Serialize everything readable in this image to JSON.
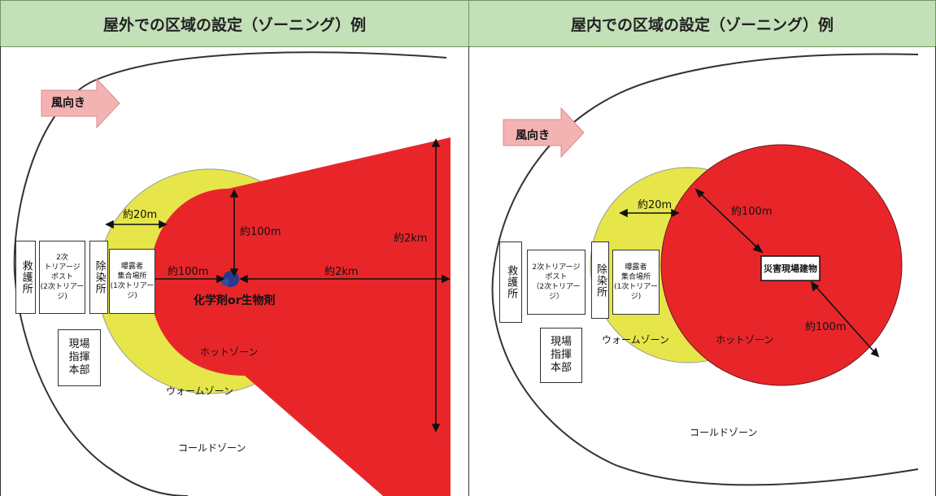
{
  "left_panel": {
    "title": "屋外での区域の設定（ゾーニング）例",
    "wind_label": "風向き",
    "rescue_station": "救護所",
    "secondary_triage_post": [
      "2次",
      "トリアージ",
      "ポスト",
      "(2次トリアージ)"
    ],
    "decon_station": "除染所",
    "exposed_assembly": [
      "曝露者",
      "集合場所",
      "(1次トリアージ)"
    ],
    "field_command_hq": [
      "現場",
      "指揮",
      "本部"
    ],
    "dist_20m": "約20m",
    "dist_100m_vertical": "約100m",
    "dist_100m_horizontal": "約100m",
    "dist_2km_horizontal": "約2km",
    "dist_2km_vertical": "約2km",
    "agent_label": "化学剤or生物剤",
    "hot_zone": "ホットゾーン",
    "warm_zone": "ウォームゾーン",
    "cold_zone": "コールドゾーン"
  },
  "right_panel": {
    "title": "屋内での区域の設定（ゾーニング）例",
    "wind_label": "風向き",
    "rescue_station": "救護所",
    "secondary_triage_post": [
      "2次トリアージ",
      "ポスト",
      "（2次トリアージ）"
    ],
    "decon_station": "除染所",
    "exposed_assembly": [
      "曝露者",
      "集合場所",
      "(1次トリアージ)"
    ],
    "field_command_hq": [
      "現場",
      "指揮",
      "本部"
    ],
    "dist_20m": "約20m",
    "dist_100m_top": "約100m",
    "dist_100m_bottom": "約100m",
    "building_label": "災害現場建物",
    "hot_zone": "ホットゾーン",
    "warm_zone": "ウォームゾーン",
    "cold_zone": "コールドゾーン"
  },
  "colors": {
    "header_bg": "#c4e0b8",
    "hot_zone": "#e8262a",
    "warm_zone": "#e6e64a",
    "arrow_fill": "#f4b3b3"
  }
}
